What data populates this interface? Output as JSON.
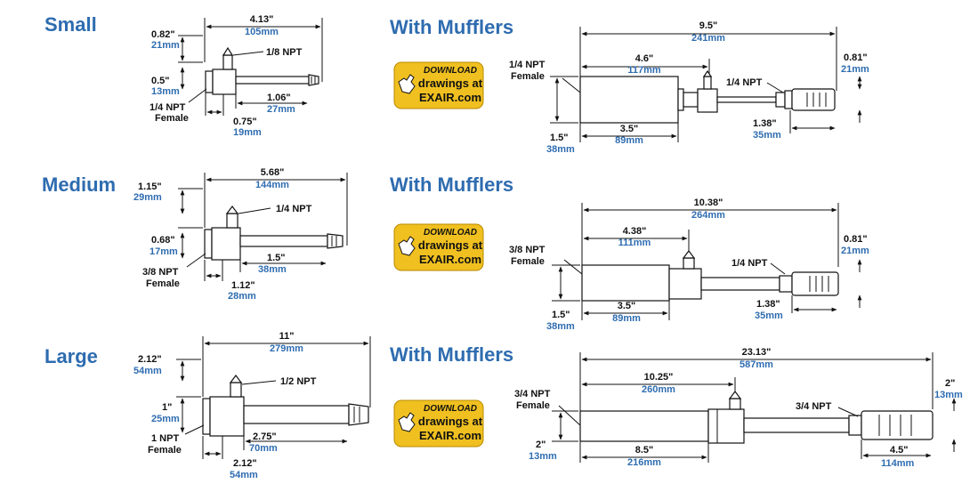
{
  "sections": {
    "small": {
      "title": "Small",
      "muffler_title": "With Mufflers"
    },
    "medium": {
      "title": "Medium",
      "muffler_title": "With Mufflers"
    },
    "large": {
      "title": "Large",
      "muffler_title": "With Mufflers"
    }
  },
  "download": {
    "top": "DOWNLOAD",
    "line1": "drawings at",
    "line2": "EXAIR.com"
  },
  "small": {
    "overall": {
      "in": "4.13\"",
      "mm": "105mm"
    },
    "side": {
      "in": "0.82\"",
      "mm": "21mm"
    },
    "height": {
      "in": "0.5\"",
      "mm": "13mm"
    },
    "tube": {
      "in": "1.06\"",
      "mm": "27mm"
    },
    "body": {
      "in": "0.75\"",
      "mm": "19mm"
    },
    "port": "1/8 NPT",
    "inlet": [
      "1/4 NPT",
      "Female"
    ]
  },
  "small_muffler": {
    "overall": {
      "in": "9.5\"",
      "mm": "241mm"
    },
    "to_port": {
      "in": "4.6\"",
      "mm": "117mm"
    },
    "muffler": {
      "in": "3.5\"",
      "mm": "89mm"
    },
    "dia": {
      "in": "1.5\"",
      "mm": "38mm"
    },
    "end": {
      "in": "0.81\"",
      "mm": "21mm"
    },
    "tip": {
      "in": "1.38\"",
      "mm": "35mm"
    },
    "port": "1/4 NPT",
    "inlet": [
      "1/4 NPT",
      "Female"
    ]
  },
  "medium": {
    "overall": {
      "in": "5.68\"",
      "mm": "144mm"
    },
    "side": {
      "in": "1.15\"",
      "mm": "29mm"
    },
    "height": {
      "in": "0.68\"",
      "mm": "17mm"
    },
    "tube": {
      "in": "1.5\"",
      "mm": "38mm"
    },
    "body": {
      "in": "1.12\"",
      "mm": "28mm"
    },
    "port": "1/4 NPT",
    "inlet": [
      "3/8 NPT",
      "Female"
    ]
  },
  "medium_muffler": {
    "overall": {
      "in": "10.38\"",
      "mm": "264mm"
    },
    "to_port": {
      "in": "4.38\"",
      "mm": "111mm"
    },
    "muffler": {
      "in": "3.5\"",
      "mm": "89mm"
    },
    "dia": {
      "in": "1.5\"",
      "mm": "38mm"
    },
    "end": {
      "in": "0.81\"",
      "mm": "21mm"
    },
    "tip": {
      "in": "1.38\"",
      "mm": "35mm"
    },
    "port": "1/4 NPT",
    "inlet": [
      "3/8 NPT",
      "Female"
    ]
  },
  "large": {
    "overall": {
      "in": "11\"",
      "mm": "279mm"
    },
    "side": {
      "in": "2.12\"",
      "mm": "54mm"
    },
    "height": {
      "in": "1\"",
      "mm": "25mm"
    },
    "tube": {
      "in": "2.75\"",
      "mm": "70mm"
    },
    "body": {
      "in": "2.12\"",
      "mm": "54mm"
    },
    "port": "1/2 NPT",
    "inlet": [
      "1 NPT",
      "Female"
    ]
  },
  "large_muffler": {
    "overall": {
      "in": "23.13\"",
      "mm": "587mm"
    },
    "to_port": {
      "in": "10.25\"",
      "mm": "260mm"
    },
    "muffler": {
      "in": "8.5\"",
      "mm": "216mm"
    },
    "dia": {
      "in": "2\"",
      "mm": "13mm"
    },
    "end": {
      "in": "2\"",
      "mm": "13mm"
    },
    "tip": {
      "in": "4.5\"",
      "mm": "114mm"
    },
    "port": "3/4 NPT",
    "inlet": [
      "3/4 NPT",
      "Female"
    ]
  }
}
